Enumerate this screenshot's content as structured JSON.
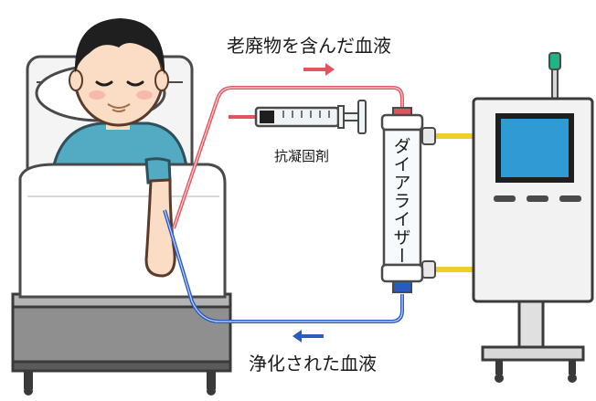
{
  "labels": {
    "dirty_blood": "老廃物を含んだ血液",
    "anticoagulant": "抗凝固剤",
    "dialyzer": "ダイアライザー",
    "clean_blood": "浄化された血液"
  },
  "colors": {
    "red_tube": "#e25560",
    "blue_tube": "#2a5bc4",
    "skin": "#fbdcc4",
    "hair": "#1f1f1f",
    "gown": "#53aac3",
    "bed_frame": "#6b6b6b",
    "screen": "#2f9ad4",
    "lamp": "#1fb488",
    "connector_yellow": "#f0cd2a"
  },
  "icons": [
    "patient-illustration",
    "bed-illustration",
    "syringe-icon",
    "dialysis-machine-illustration",
    "arrow-right-icon",
    "arrow-left-icon"
  ]
}
